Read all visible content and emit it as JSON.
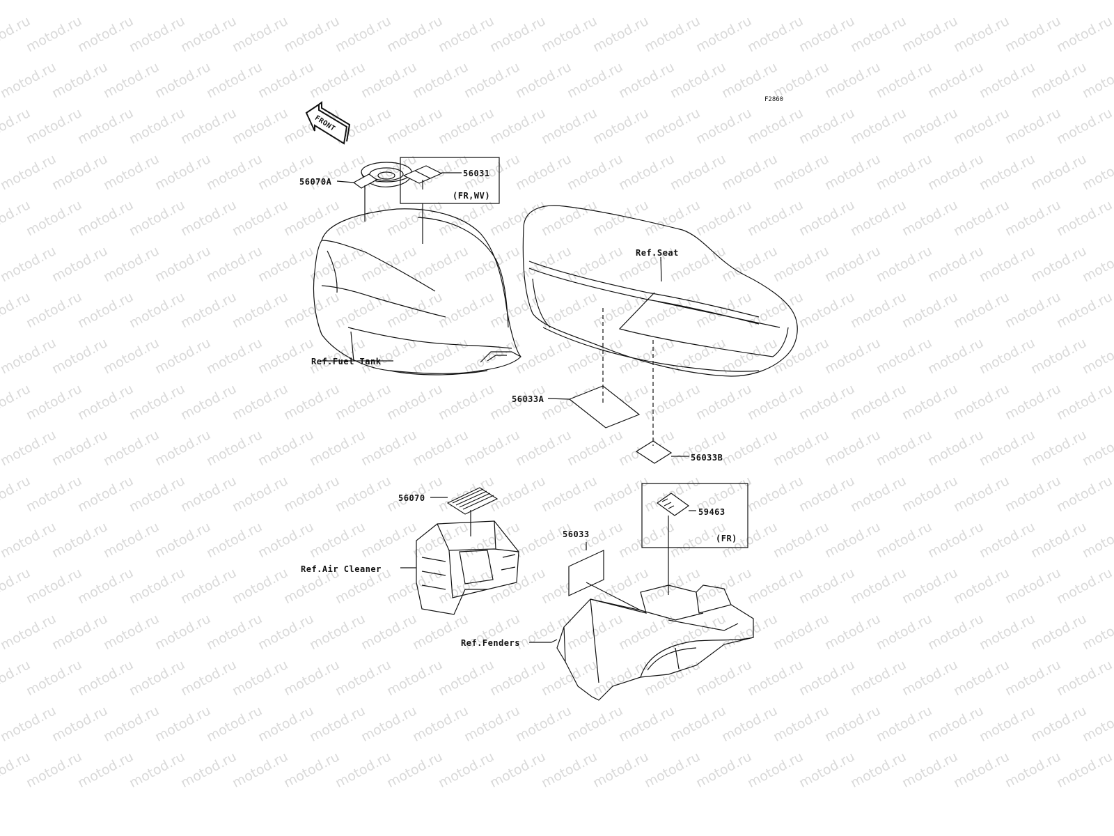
{
  "figure_code": "F2860",
  "direction_arrow": {
    "text": "FRONT"
  },
  "watermark_text": "motod.ru",
  "parts": [
    {
      "id": "p56070A",
      "number": "56070A"
    },
    {
      "id": "p56031",
      "number": "56031",
      "note": "(FR,WV)"
    },
    {
      "id": "p56033A",
      "number": "56033A"
    },
    {
      "id": "p56033B",
      "number": "56033B"
    },
    {
      "id": "p56070",
      "number": "56070"
    },
    {
      "id": "p59463",
      "number": "59463",
      "note": "(FR)"
    },
    {
      "id": "p56033",
      "number": "56033"
    }
  ],
  "references": {
    "fuel_tank": "Ref.Fuel Tank",
    "seat": "Ref.Seat",
    "air_cleaner": "Ref.Air Cleaner",
    "fenders": "Ref.Fenders"
  },
  "colors": {
    "line": "#111111",
    "watermark": "#d9d9d9",
    "background": "#ffffff"
  }
}
